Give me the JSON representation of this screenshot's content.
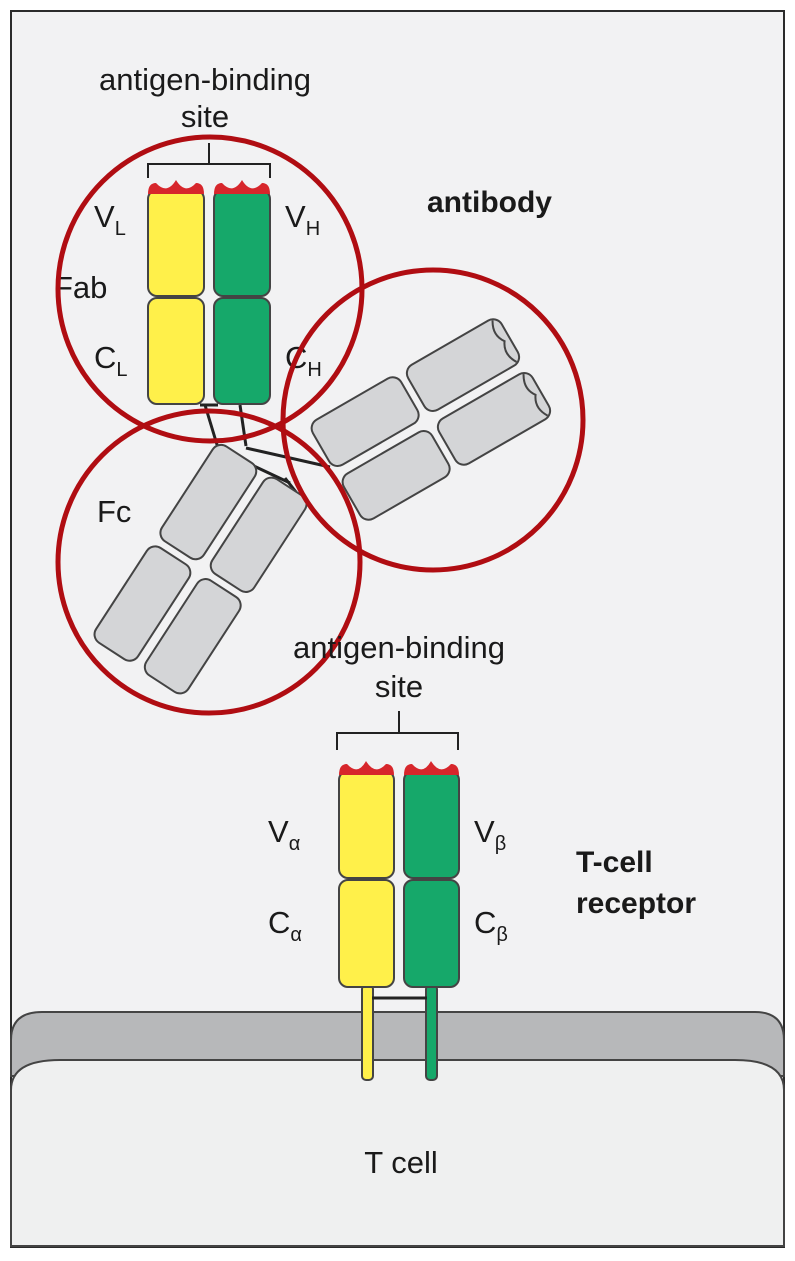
{
  "antibody": {
    "title": "antibody",
    "binding_site_label_line1": "antigen-binding",
    "binding_site_label_line2": "site",
    "vl": {
      "main": "V",
      "sub": "L"
    },
    "vh": {
      "main": "V",
      "sub": "H"
    },
    "cl": {
      "main": "C",
      "sub": "L"
    },
    "ch": {
      "main": "C",
      "sub": "H"
    },
    "fab_label": "Fab",
    "fc_label": "Fc"
  },
  "tcr": {
    "title_line1": "T-cell",
    "title_line2": "receptor",
    "binding_site_label_line1": "antigen-binding",
    "binding_site_label_line2": "site",
    "v_alpha": {
      "main": "V",
      "sub": "α"
    },
    "v_beta": {
      "main": "V",
      "sub": "β"
    },
    "c_alpha": {
      "main": "C",
      "sub": "α"
    },
    "c_beta": {
      "main": "C",
      "sub": "β"
    }
  },
  "cell": {
    "label": "T cell"
  },
  "colors": {
    "light_chain": "#fff04a",
    "heavy_chain": "#16a86a",
    "constant_gray": "#d4d5d7",
    "highlight_circle": "#b00d12",
    "antigen_site": "#d7262b",
    "membrane": "#b7b8ba",
    "cytoplasm": "#eff0f0"
  }
}
